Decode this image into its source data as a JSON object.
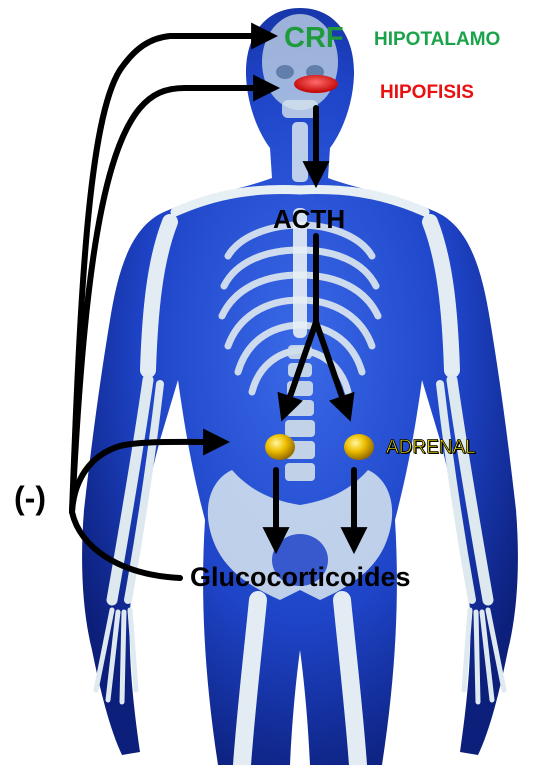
{
  "diagram": {
    "labels": {
      "crf": "CRF",
      "hypothalamus": "HIPOTALAMO",
      "pituitary": "HIPOFISIS",
      "acth": "ACTH",
      "adrenal": "ADRENAL",
      "glucocorticoids": "Glucocorticoides",
      "negative_feedback": "(-)"
    },
    "colors": {
      "crf_green": "#1f9a3c",
      "hypothalamus_green": "#1aa34a",
      "pituitary_red": "#e81010",
      "adrenal_yellow": "#f5e400",
      "adrenal_gland": "#e7b400",
      "arrow_black": "#000000",
      "body_blue": "#1e44c8",
      "skeleton": "#d8e6ee"
    },
    "icons": {
      "body": "human-anatomy-skeleton-icon",
      "pituitary": "pituitary-gland-icon",
      "adrenal_left": "adrenal-gland-icon",
      "adrenal_right": "adrenal-gland-icon"
    }
  }
}
